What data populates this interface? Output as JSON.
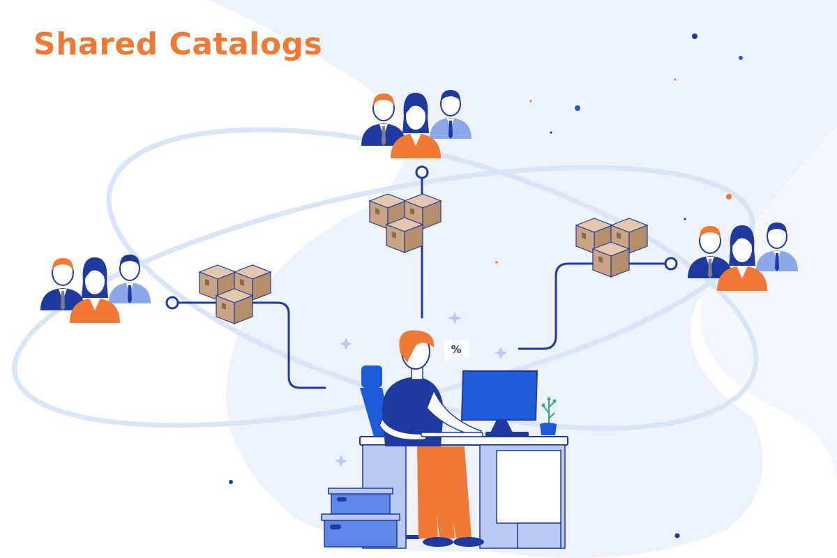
{
  "page": {
    "title": "Shared Catalogs"
  },
  "colors": {
    "accent": "#f07a35",
    "navy": "#1e3a9e",
    "blue": "#1f5bd9",
    "light_blue": "#b9c9f3",
    "pale": "#eef3fc",
    "box": "#c9a584"
  },
  "scene": {
    "discount_badge": "%",
    "groups": [
      {
        "name": "customer-group-left",
        "icon": "people-group-icon"
      },
      {
        "name": "customer-group-top",
        "icon": "people-group-icon"
      },
      {
        "name": "customer-group-right",
        "icon": "people-group-icon"
      }
    ],
    "box_stacks": [
      {
        "name": "catalog-boxes-left",
        "icon": "cardboard-boxes-icon"
      },
      {
        "name": "catalog-boxes-top",
        "icon": "cardboard-boxes-icon"
      },
      {
        "name": "catalog-boxes-right",
        "icon": "cardboard-boxes-icon"
      }
    ]
  }
}
